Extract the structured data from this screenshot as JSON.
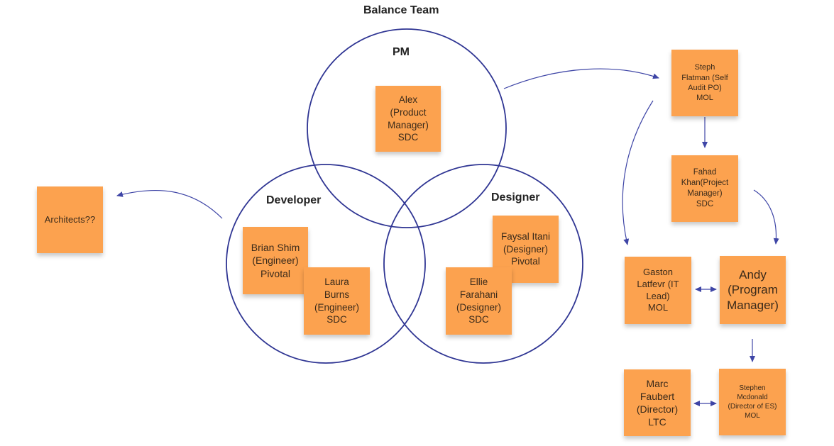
{
  "title": "Balance Team",
  "circle_labels": {
    "pm": "PM",
    "developer": "Developer",
    "designer": "Designer"
  },
  "notes": {
    "alex": "Alex\n(Product\nManager)\nSDC",
    "brian": "Brian Shim\n(Engineer)\nPivotal",
    "laura": "Laura\nBurns\n(Engineer)\nSDC",
    "faysal": "Faysal Itani\n(Designer)\nPivotal",
    "ellie": "Ellie\nFarahani\n(Designer)\nSDC",
    "architects": "Architects??",
    "steph": "Steph\nFlatman (Self\nAudit PO)\nMOL",
    "fahad": "Fahad\nKhan(Project\nManager)\nSDC",
    "gaston": "Gaston\nLatfevr (IT\nLead)\nMOL",
    "andy": "Andy\n(Program\nManager)",
    "marc": "Marc\nFaubert\n(Director)\nLTC",
    "stephen": "Stephen\nMcdonald\n(Director of ES)\nMOL"
  },
  "colors": {
    "note_fill": "#fca24f",
    "circle_stroke": "#2f3593",
    "connector_stroke": "#3e45a6"
  }
}
